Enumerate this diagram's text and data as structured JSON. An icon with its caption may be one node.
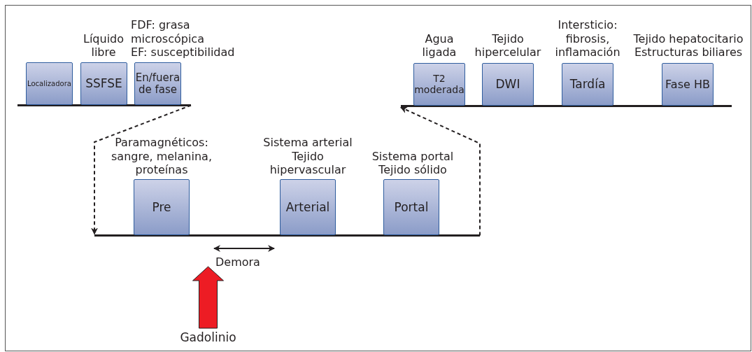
{
  "diagram": {
    "nodes": [
      {
        "text": [],
        "shape": "bar"
      },
      {
        "text": [
          "Localizadora"
        ]
      },
      {
        "text": [
          "SSFSE"
        ],
        "beside": [
          "Líquido libre"
        ]
      },
      {
        "text": [
          "En/fuera de fase"
        ],
        "beside": [
          "FDF: grasa microscópica",
          "EF: susceptibilidad"
        ]
      },
      {
        "text": [],
        "shape": "bar"
      },
      {
        "text": [
          "T2 moderada"
        ],
        "beside": [
          "Agua ligada"
        ]
      },
      {
        "text": [
          "DWI"
        ],
        "beside": [
          "Tejido hipercelular"
        ]
      },
      {
        "text": [
          "Tardía"
        ],
        "beside": [
          "Intersticio: fibrosis, inflamación"
        ]
      },
      {
        "text": [
          "Fase HB"
        ],
        "beside": [
          "Tejido hepatocitario",
          "Estructuras biliares"
        ]
      },
      {
        "text": [],
        "shape": "bar"
      },
      {
        "text": [
          "Pre"
        ],
        "beside": [
          "Paramagnéticos: sangre, melanina, proteínas"
        ]
      },
      {
        "text": [
          "Arterial"
        ],
        "beside": [
          "Sistema arterial",
          "Tejido hipervascular"
        ]
      },
      {
        "text": [
          "Portal"
        ],
        "beside": [
          "Sistema portal",
          "Tejido sólido"
        ]
      },
      {
        "text": [
          "Gadolinio"
        ]
      }
    ],
    "edges": [
      {
        "from": 0,
        "to": 9,
        "arrow": "to",
        "style": "dashed"
      },
      {
        "from": 9,
        "to": 4,
        "arrow": "to",
        "style": "dashed"
      },
      {
        "from": 13,
        "to": null,
        "arrow": "to",
        "style": "thick",
        "color": "#ed1c24"
      }
    ],
    "labels": [
      "Demora"
    ]
  }
}
